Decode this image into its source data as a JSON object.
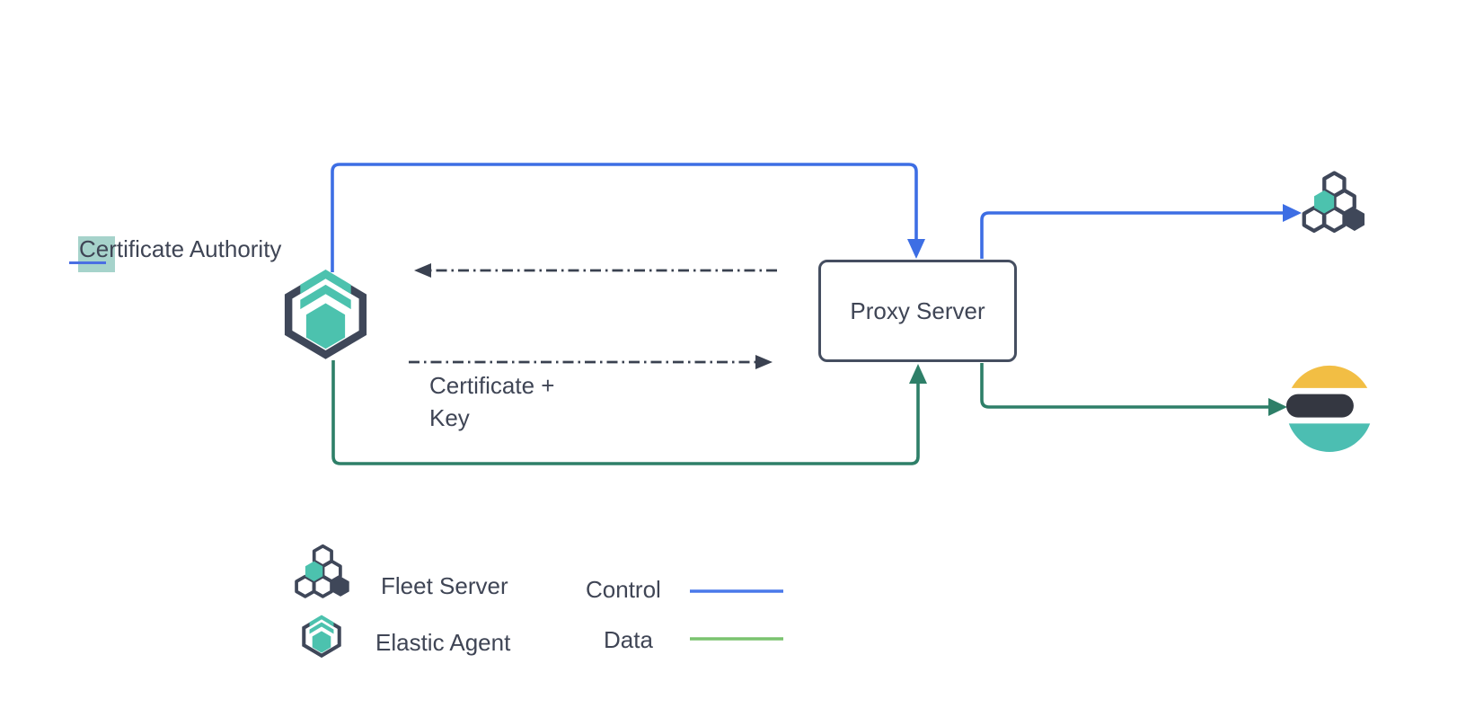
{
  "diagram": {
    "title_label": "Certificate Authority",
    "proxy_box_label": "Proxy Server",
    "certificate_key": {
      "line1": "Certificate +",
      "line2": "Key"
    },
    "legend": {
      "fleet_server_label": "Fleet Server",
      "elastic_agent_label": "Elastic Agent",
      "control_label": "Control",
      "data_label": "Data"
    },
    "icons": {
      "elastic_agent_icon": "hexagon bracket with teal hexagon and double chevron",
      "fleet_server_icon": "cluster of six hexagons (one teal, one dark, four outlined)",
      "elasticsearch_icon": "elasticsearch logo (yellow arc, dark bar, teal arc)"
    },
    "colors": {
      "control_blue": "#3D6EE4",
      "data_green_dark": "#2E7F68",
      "data_green_light": "#7AC36F",
      "icon_teal": "#4CC2AE",
      "icon_slate": "#3F4759",
      "text": "#3F4555",
      "highlight_teal": "#A6D3CB",
      "underline_blue": "#4A6FE3",
      "elastic_yellow": "#F2BE44",
      "elastic_ink": "#343741",
      "elastic_teal": "#4CBEB2",
      "dashed_arrow": "#3A4150"
    }
  }
}
